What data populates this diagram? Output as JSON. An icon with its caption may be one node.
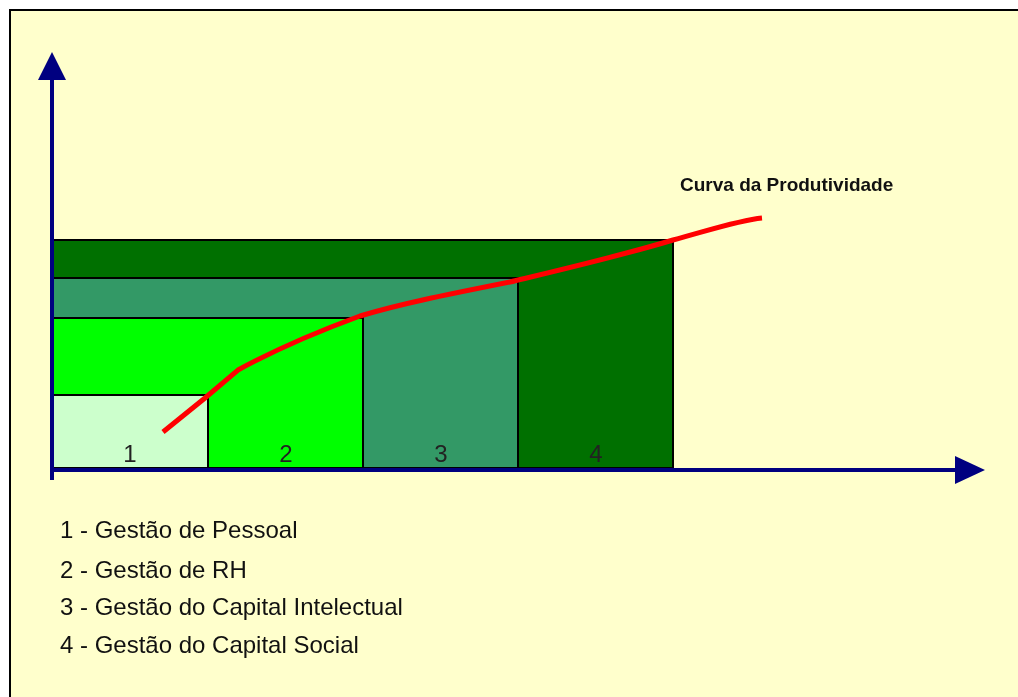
{
  "diagram": {
    "nodes": [
      {
        "text": [
          "1"
        ]
      },
      {
        "text": [
          "2"
        ]
      },
      {
        "text": [
          "3"
        ]
      },
      {
        "text": [
          "4"
        ]
      }
    ],
    "labels": [
      "Curva da Produtividade",
      "1 - Gestão de Pessoal",
      "2 - Gestão de RH",
      "3 - Gestão do Capital Intelectual",
      "4 - Gestão do Capital Social"
    ]
  }
}
